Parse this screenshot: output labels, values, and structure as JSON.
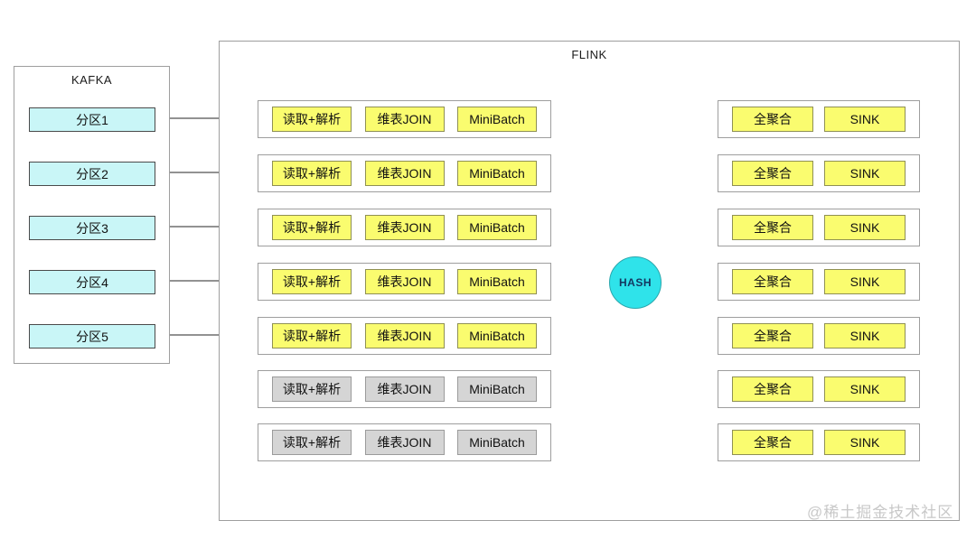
{
  "kafka": {
    "title": "KAFKA",
    "partitions": [
      "分区1",
      "分区2",
      "分区3",
      "分区4",
      "分区5"
    ]
  },
  "flink": {
    "title": "FLINK",
    "pipeline_steps": [
      "读取+解析",
      "维表JOIN",
      "MiniBatch"
    ],
    "pipeline_rows": [
      "active",
      "active",
      "active",
      "active",
      "active",
      "inactive",
      "inactive"
    ],
    "hash_label": "HASH",
    "output_steps": [
      "全聚合",
      "SINK"
    ],
    "output_row_count": 7
  },
  "watermark": "@稀土掘金技术社区",
  "colors": {
    "box-border": "#9e9e9e",
    "partition-fill": "#c9f6f7",
    "partition-border": "#4a4a4a",
    "active-fill": "#fafc6f",
    "active-border": "#8f9054",
    "inactive-fill": "#d5d5d5",
    "inactive-border": "#9b9b9b",
    "hash-fill": "#2fe3ea",
    "hash-border": "#2aa7ad",
    "hash-text": "#14375f",
    "arrow-color": "#6e6e6e",
    "watermark-color": "#c8c8c8"
  }
}
